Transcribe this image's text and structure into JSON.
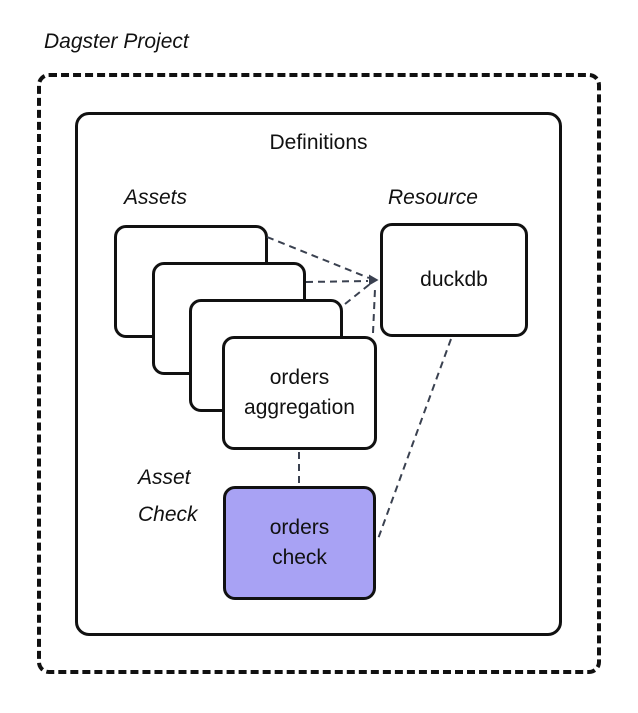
{
  "title": {
    "project": "Dagster Project"
  },
  "definitions": {
    "label": "Definitions"
  },
  "groups": {
    "assets_label": "Assets",
    "resource_label": "Resource",
    "asset_check_label": "Asset\nCheck"
  },
  "nodes": {
    "orders_aggregation": "orders\naggregation",
    "duckdb": "duckdb",
    "orders_check": "orders\ncheck"
  },
  "edges": [
    {
      "from": "asset-card-1",
      "to": "duckdb",
      "style": "dashed-arrow"
    },
    {
      "from": "asset-card-2",
      "to": "duckdb",
      "style": "dashed-arrow"
    },
    {
      "from": "asset-card-3",
      "to": "duckdb",
      "style": "dashed-arrow"
    },
    {
      "from": "orders-aggregation",
      "to": "duckdb",
      "style": "dashed-arrow"
    },
    {
      "from": "orders-aggregation",
      "to": "orders-check",
      "style": "dashed"
    },
    {
      "from": "duckdb",
      "to": "orders-check",
      "style": "dashed"
    }
  ],
  "colors": {
    "asset_check_fill": "#a8a2f4",
    "connector": "#3a4150",
    "border": "#111111",
    "background": "#ffffff"
  }
}
